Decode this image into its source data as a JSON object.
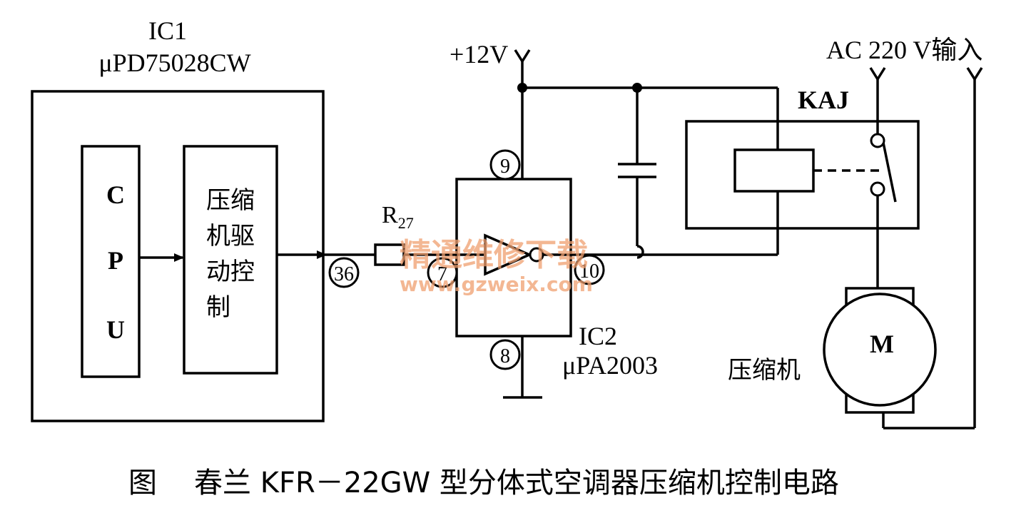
{
  "ic1": {
    "name": "IC1",
    "part": "μPD75028CW",
    "cpu_letters": [
      "C",
      "P",
      "U"
    ],
    "driver_lines": [
      "压缩",
      "机驱",
      "动控",
      "制"
    ]
  },
  "ic2": {
    "name": "IC2",
    "part": "μPA2003",
    "pins": {
      "vcc": "9",
      "in": "7",
      "out": "10",
      "gnd": "8"
    }
  },
  "ic1_output_pin": "36",
  "resistor": {
    "label": "R",
    "subscript": "27"
  },
  "supply": "+12V",
  "relay": "KAJ",
  "ac_input": "AC 220 V输入",
  "motor": {
    "symbol": "M",
    "label": "压缩机"
  },
  "caption": {
    "prefix": "图",
    "text": "春兰 KFR－22GW 型分体式空调器压缩机控制电路"
  },
  "watermark": {
    "cn": "精通维修下载",
    "url": "www.gzweix.com",
    "color": "#f0a070"
  }
}
